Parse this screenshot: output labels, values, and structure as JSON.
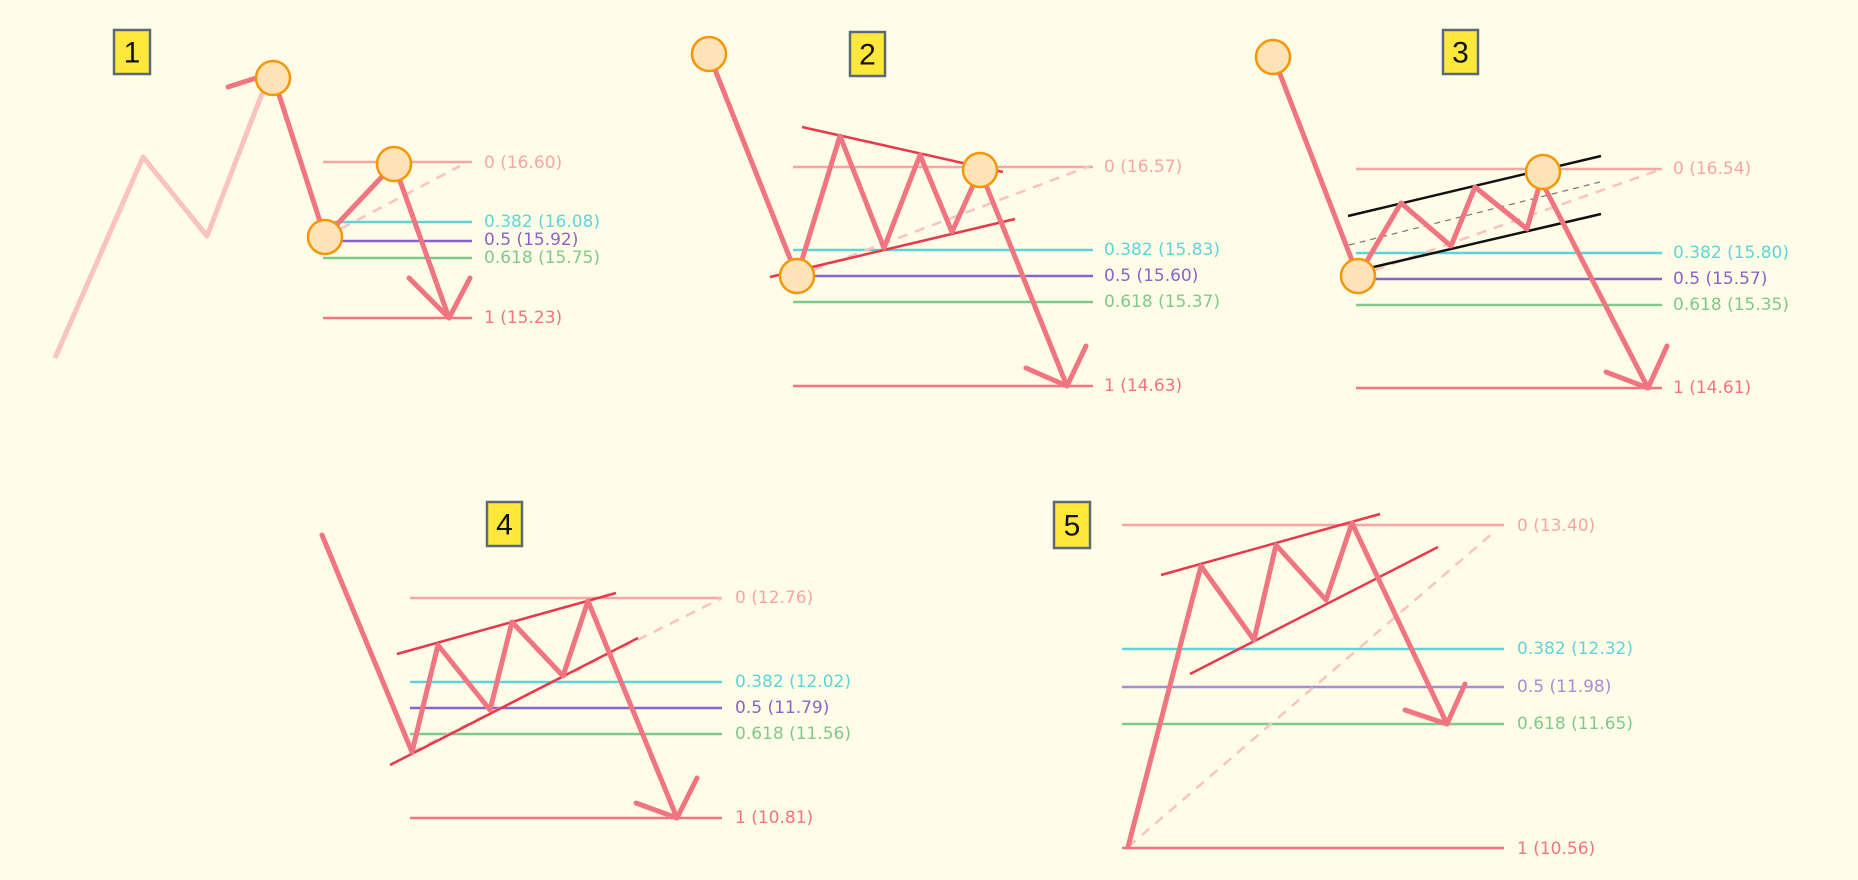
{
  "colors": {
    "background": "#fffce8",
    "wave": "#f07581",
    "wave_faded": "#f9c3c0",
    "trendline": "#e8384c",
    "channel": "#111111",
    "marker_fill": "#fde3b5",
    "marker_stroke": "#f5960a",
    "badge_fill": "#ffe83b",
    "badge_stroke": "#5b6a78",
    "level_0": "#f7a6a6",
    "level_0382": "#5fd4d8",
    "level_05": "#8a63c8",
    "level_0618": "#7fc98a",
    "level_1": "#f07581"
  },
  "panels": [
    {
      "badge": "1",
      "levels": [
        {
          "ratio": "0",
          "label": "0 (16.60)"
        },
        {
          "ratio": "0.382",
          "label": "0.382 (16.08)"
        },
        {
          "ratio": "0.5",
          "label": "0.5 (15.92)"
        },
        {
          "ratio": "0.618",
          "label": "0.618 (15.75)"
        },
        {
          "ratio": "1",
          "label": "1 (15.23)"
        }
      ]
    },
    {
      "badge": "2",
      "levels": [
        {
          "ratio": "0",
          "label": "0 (16.57)"
        },
        {
          "ratio": "0.382",
          "label": "0.382 (15.83)"
        },
        {
          "ratio": "0.5",
          "label": "0.5 (15.60)"
        },
        {
          "ratio": "0.618",
          "label": "0.618 (15.37)"
        },
        {
          "ratio": "1",
          "label": "1 (14.63)"
        }
      ]
    },
    {
      "badge": "3",
      "levels": [
        {
          "ratio": "0",
          "label": "0 (16.54)"
        },
        {
          "ratio": "0.382",
          "label": "0.382 (15.80)"
        },
        {
          "ratio": "0.5",
          "label": "0.5 (15.57)"
        },
        {
          "ratio": "0.618",
          "label": "0.618 (15.35)"
        },
        {
          "ratio": "1",
          "label": "1 (14.61)"
        }
      ]
    },
    {
      "badge": "4",
      "levels": [
        {
          "ratio": "0",
          "label": "0 (12.76)"
        },
        {
          "ratio": "0.382",
          "label": "0.382 (12.02)"
        },
        {
          "ratio": "0.5",
          "label": "0.5 (11.79)"
        },
        {
          "ratio": "0.618",
          "label": "0.618 (11.56)"
        },
        {
          "ratio": "1",
          "label": "1 (10.81)"
        }
      ]
    },
    {
      "badge": "5",
      "levels": [
        {
          "ratio": "0",
          "label": "0 (13.40)"
        },
        {
          "ratio": "0.382",
          "label": "0.382 (12.32)"
        },
        {
          "ratio": "0.5",
          "label": "0.5 (11.98)"
        },
        {
          "ratio": "0.618",
          "label": "0.618 (11.65)"
        },
        {
          "ratio": "1",
          "label": "1 (10.56)"
        }
      ]
    }
  ]
}
